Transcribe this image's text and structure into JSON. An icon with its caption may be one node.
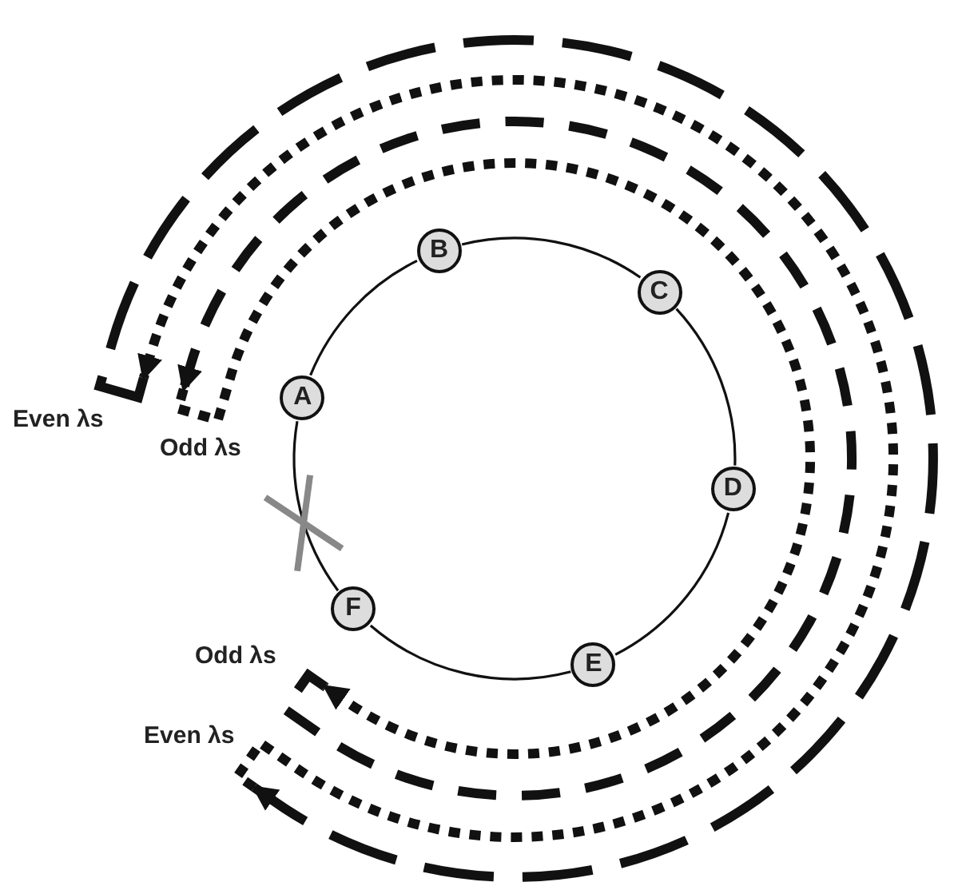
{
  "diagram": {
    "nodes": [
      {
        "text": [
          "A"
        ]
      },
      {
        "text": [
          "B"
        ]
      },
      {
        "text": [
          "C"
        ]
      },
      {
        "text": [
          "D"
        ]
      },
      {
        "text": [
          "E"
        ]
      },
      {
        "text": [
          "F"
        ]
      },
      {
        "text": [
          "Even λs"
        ]
      },
      {
        "text": [
          "Odd λs"
        ]
      },
      {
        "text": [
          "Odd λs"
        ]
      },
      {
        "text": [
          "Even λs"
        ]
      }
    ],
    "edges": [
      {
        "from": 0,
        "to": 1,
        "arrow": "none"
      },
      {
        "from": 1,
        "to": 2,
        "arrow": "none"
      },
      {
        "from": 2,
        "to": 3,
        "arrow": "none"
      },
      {
        "from": 3,
        "to": 4,
        "arrow": "none"
      },
      {
        "from": 4,
        "to": 5,
        "arrow": "none"
      },
      {
        "from": 5,
        "to": 0,
        "arrow": "none"
      },
      {
        "from": 7,
        "to": 8,
        "arrow": "to",
        "style": "dashed"
      },
      {
        "from": 8,
        "to": 7,
        "arrow": "to",
        "style": "dashed"
      },
      {
        "from": 9,
        "to": 6,
        "arrow": "to",
        "style": "dashed"
      },
      {
        "from": 6,
        "to": 9,
        "arrow": "to",
        "style": "dashed"
      }
    ]
  }
}
